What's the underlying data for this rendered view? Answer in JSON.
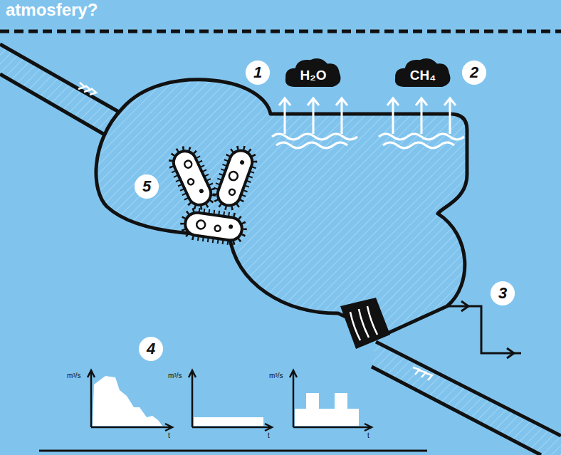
{
  "diagram": {
    "title": "atmosfery?",
    "nodes": [
      {
        "text": [
          "1"
        ]
      },
      {
        "text": [
          "H₂O"
        ]
      },
      {
        "text": [
          "CH₄"
        ]
      },
      {
        "text": [
          "2"
        ]
      },
      {
        "text": [
          "5"
        ]
      },
      {
        "text": [
          "3"
        ]
      },
      {
        "text": [
          "4"
        ]
      }
    ],
    "labels": [
      "m³/s",
      "t",
      "m³/s",
      "t",
      "m³/s",
      "t"
    ]
  }
}
